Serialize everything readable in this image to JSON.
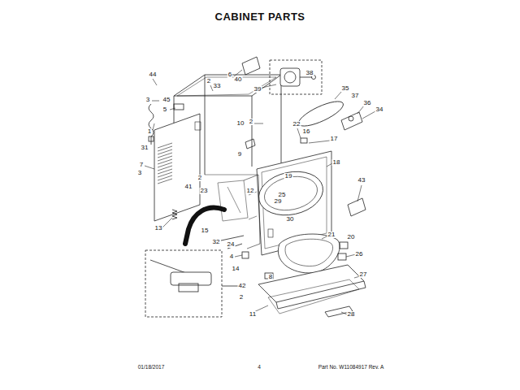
{
  "diagram": {
    "title": "CABINET PARTS",
    "labels": [
      "44",
      "2",
      "33",
      "6",
      "40",
      "38",
      "39",
      "3",
      "45",
      "5",
      "35",
      "37",
      "36",
      "34",
      "1",
      "10",
      "2",
      "22",
      "16",
      "17",
      "31",
      "9",
      "18",
      "7",
      "3",
      "19",
      "43",
      "2",
      "41",
      "23",
      "25",
      "29",
      "12",
      "30",
      "13",
      "15",
      "32",
      "24",
      "21",
      "20",
      "26",
      "4",
      "14",
      "27",
      "8",
      "42",
      "2",
      "11",
      "28",
      "01/18/2017",
      "4",
      "Part No. W11084917  Rev. A"
    ]
  }
}
